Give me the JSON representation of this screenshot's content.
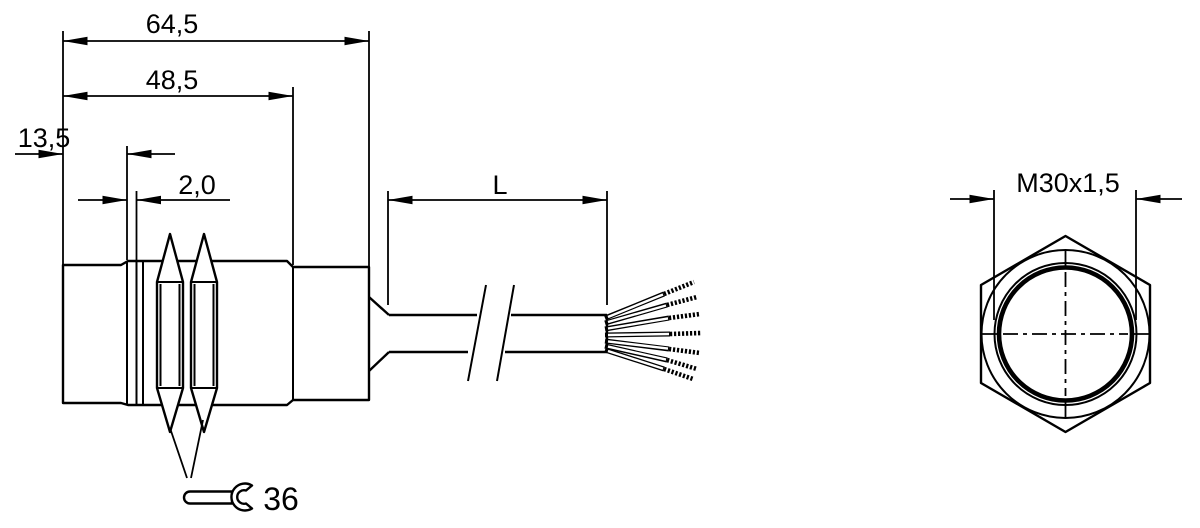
{
  "colors": {
    "background": "#ffffff",
    "line": "#000000"
  },
  "side_view": {
    "dimensions": {
      "overall_length": "64,5",
      "thread_length": "48,5",
      "sleeve_length": "13,5",
      "ring_width": "2,0",
      "cable_length": "L"
    },
    "wrench_size": "36",
    "icons": {
      "wrench": "open-end-wrench-icon"
    }
  },
  "front_view": {
    "dimensions": {
      "thread": "M30x1,5"
    }
  }
}
